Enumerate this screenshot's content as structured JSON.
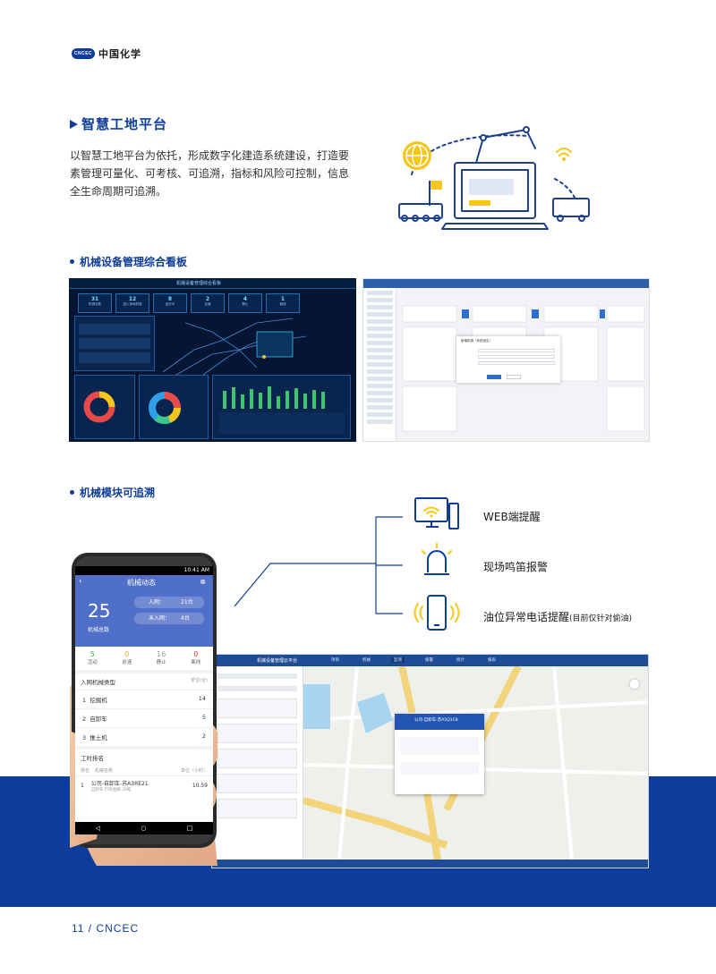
{
  "header": {
    "logo_mark": "CNCEC",
    "logo_text": "中国化学"
  },
  "section": {
    "title": "智慧工地平台",
    "intro": "以智慧工地平台为依托，形成数字化建造系统建设，打造要素管理可量化、可考核、可追溯，指标和风险可控制，信息全生命周期可追溯。"
  },
  "subsections": [
    {
      "title": "机械设备管理综合看板"
    },
    {
      "title": "机械模块可追溯"
    }
  ],
  "dashboard": {
    "title": "机械设备管理综合看板",
    "kpis": [
      {
        "value": "31",
        "label": "机械总数"
      },
      {
        "value": "12",
        "label": "进入场地机械"
      },
      {
        "value": "8",
        "label": "运行中"
      },
      {
        "value": "2",
        "label": "怠速"
      },
      {
        "value": "4",
        "label": "静止"
      },
      {
        "value": "1",
        "label": "离线"
      }
    ]
  },
  "admin": {
    "modal_title": "新增机械（系统设定）"
  },
  "alerts": [
    {
      "label": "WEB端提醒",
      "note": ""
    },
    {
      "label": "现场鸣笛报警",
      "note": ""
    },
    {
      "label": "油位异常电话提醒",
      "note": "(目前仅针对偷油)"
    }
  ],
  "monitor": {
    "title": "机械设备管理云平台",
    "nav": [
      "项目",
      "机械",
      "监测",
      "报警",
      "统计",
      "报表"
    ],
    "popup_plate": "公司-自卸车-苏A5Q1C8"
  },
  "phone": {
    "status_time": "10:41 AM",
    "app_title": "机械动态",
    "total": "25",
    "total_label": "机械总数",
    "entered_label": "入网：",
    "entered_value": "21台",
    "not_entered_label": "未入网：",
    "not_entered_value": "4台",
    "states": [
      {
        "value": "5",
        "label": "活动",
        "color": "#3bb34a"
      },
      {
        "value": "0",
        "label": "怠速",
        "color": "#f0a020"
      },
      {
        "value": "16",
        "label": "静止",
        "color": "#999999"
      },
      {
        "value": "0",
        "label": "离线",
        "color": "#e04040"
      }
    ],
    "types_header": "入网机械类型",
    "types_unit": "单位(台)",
    "types": [
      {
        "idx": "1",
        "name": "挖掘机",
        "count": "14"
      },
      {
        "idx": "2",
        "name": "自卸车",
        "count": "5"
      },
      {
        "idx": "3",
        "name": "推土机",
        "count": "2"
      }
    ],
    "hours_header": "工时排名",
    "hours_col_rank": "排名",
    "hours_col_name": "机械名称",
    "hours_col_unit": "单位（小时）",
    "hours": [
      {
        "rank": "1",
        "name": "公司-自卸车-苏A3RE21",
        "sub": "自卸车  钉装金脚  20吨",
        "value": "10.59"
      }
    ]
  },
  "footer": {
    "page": "11 / CNCEC"
  }
}
